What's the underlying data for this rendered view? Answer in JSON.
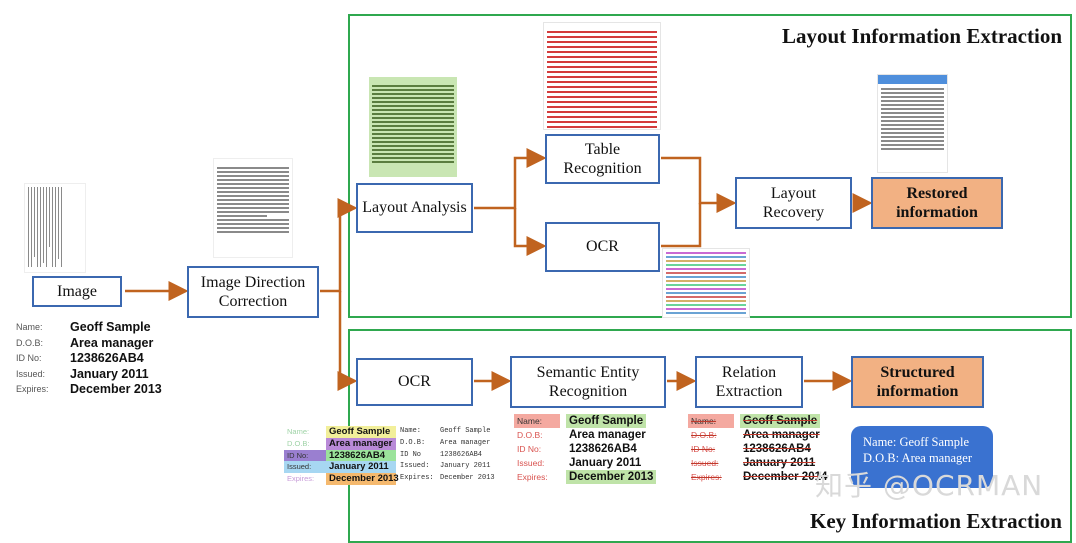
{
  "panels": {
    "layout": {
      "title": "Layout Information Extraction"
    },
    "key": {
      "title": "Key Information Extraction"
    }
  },
  "nodes": {
    "image": "Image",
    "direction": "Image Direction Correction",
    "layout_analysis": "Layout Analysis",
    "table_recognition": "Table Recognition",
    "ocr_top": "OCR",
    "layout_recovery": "Layout Recovery",
    "restored": "Restored information",
    "ocr_bottom": "OCR",
    "ser": "Semantic Entity Recognition",
    "relation": "Relation Extraction",
    "structured": "Structured information"
  },
  "id_card": {
    "rows": [
      {
        "label": "Name:",
        "value": "Geoff Sample"
      },
      {
        "label": "D.O.B:",
        "value": "Area manager"
      },
      {
        "label": "ID No:",
        "value": "1238626AB4"
      },
      {
        "label": "Issued:",
        "value": "January 2011"
      },
      {
        "label": "Expires:",
        "value": "December 2013"
      }
    ]
  },
  "ocr_result": {
    "rows": [
      {
        "label": "Name:",
        "value": "Geoff Sample",
        "ocr_label": "Name:",
        "ocr_value": "Geoff Sample",
        "color": "#f2ef9a"
      },
      {
        "label": "D.O.B:",
        "value": "Area manager",
        "ocr_label": "D.O.B:",
        "ocr_value": "Area manager",
        "color": "#b98ad8"
      },
      {
        "label": "ID No:",
        "value": "1238626AB4",
        "ocr_label": "ID No",
        "ocr_value": "1238626AB4",
        "color": "#9be39b"
      },
      {
        "label": "Issued:",
        "value": "January 2011",
        "ocr_label": "Issued:",
        "ocr_value": "January 2011",
        "color": "#a7d7f2"
      },
      {
        "label": "Expires:",
        "value": "December 2013",
        "ocr_label": "Expires:",
        "ocr_value": "December 2013",
        "color": "#f5b96e"
      }
    ]
  },
  "ser_result": {
    "rows": [
      {
        "label": "Name:",
        "value": "Geoff Sample"
      },
      {
        "label": "D.O.B:",
        "value": "Area manager"
      },
      {
        "label": "ID No:",
        "value": "1238626AB4"
      },
      {
        "label": "Issued:",
        "value": "January 2011"
      },
      {
        "label": "Expires:",
        "value": "December 2013"
      }
    ],
    "key_color": "#f4a9a0",
    "value_color": "#bfe3a8"
  },
  "re_result": {
    "rows": [
      {
        "label": "Name:",
        "value": "Geoff Sample"
      },
      {
        "label": "D.O.B:",
        "value": "Area manager"
      },
      {
        "label": "ID No:",
        "value": "1238626AB4"
      },
      {
        "label": "Issued:",
        "value": "January 2011"
      },
      {
        "label": "Expires:",
        "value": "December 2014"
      }
    ]
  },
  "bubble": {
    "line1": "Name: Geoff Sample",
    "line2": "D.O.B: Area manager"
  },
  "watermark": "知乎 @OCRMAN",
  "colors": {
    "panel_border": "#2fa84f",
    "node_border": "#3b68b0",
    "arrow": "#c0631f",
    "result_fill": "#f2b183",
    "bubble": "#3a72d0"
  }
}
